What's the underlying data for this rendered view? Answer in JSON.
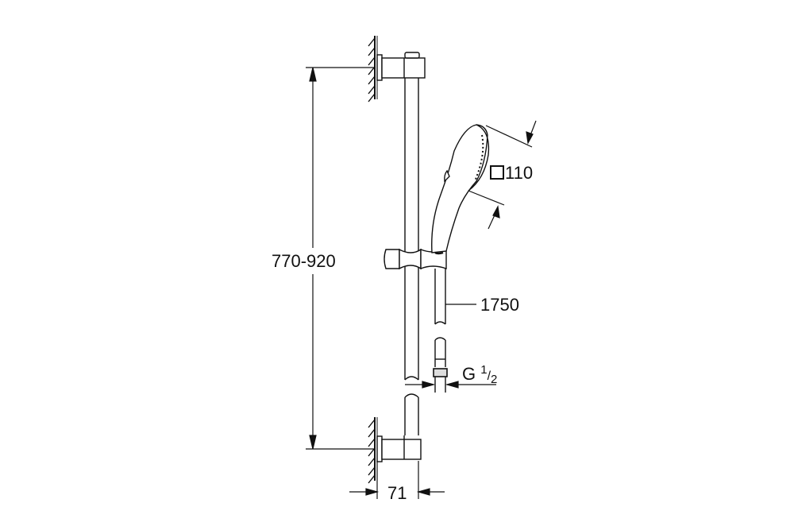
{
  "drawing": {
    "title": "Shower rail set technical drawing",
    "line_color": "#111111",
    "background": "#ffffff"
  },
  "dimensions": {
    "rail_height": "770-920",
    "hand_shower_size": "110",
    "hand_shower_size_symbol": "square",
    "hose_length": "1750",
    "connection_thread": "G",
    "connection_thread_fraction_num": "1",
    "connection_thread_fraction_den": "2",
    "wall_projection": "71"
  }
}
